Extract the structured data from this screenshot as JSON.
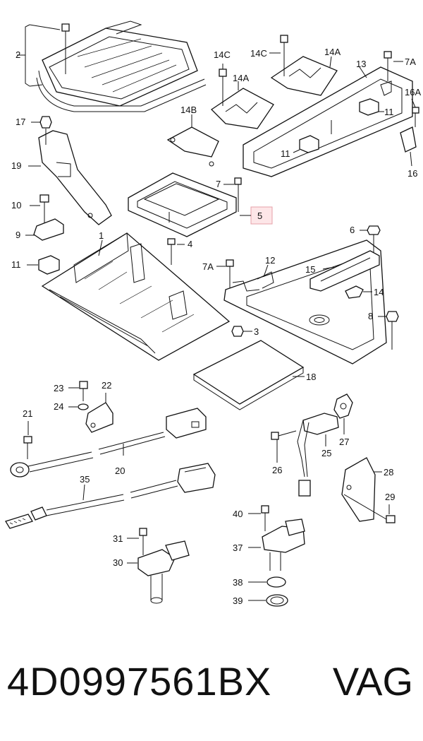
{
  "callouts": {
    "c1": "1",
    "c2": "2",
    "c3": "3",
    "c4": "4",
    "c5": "5",
    "c6": "6",
    "c7": "7",
    "c7a_top": "7A",
    "c7a_mid": "7A",
    "c8": "8",
    "c9": "9",
    "c10": "10",
    "c11_a": "11",
    "c11_b": "11",
    "c11_c": "11",
    "c12": "12",
    "c13": "13",
    "c14": "14",
    "c14a_a": "14A",
    "c14a_b": "14A",
    "c14b": "14B",
    "c14c_a": "14C",
    "c14c_b": "14C",
    "c15": "15",
    "c16": "16",
    "c16a": "16A",
    "c17": "17",
    "c18": "18",
    "c19": "19",
    "c20": "20",
    "c21": "21",
    "c22": "22",
    "c23": "23",
    "c24": "24",
    "c25": "25",
    "c26": "26",
    "c27": "27",
    "c28": "28",
    "c29": "29",
    "c30": "30",
    "c31": "31",
    "c35": "35",
    "c37": "37",
    "c38": "38",
    "c39": "39",
    "c40": "40"
  },
  "highlight": {
    "item": "5",
    "color": "#fde6e8"
  },
  "footer": {
    "part_number": "4D0997561BX",
    "brand": "VAG"
  }
}
